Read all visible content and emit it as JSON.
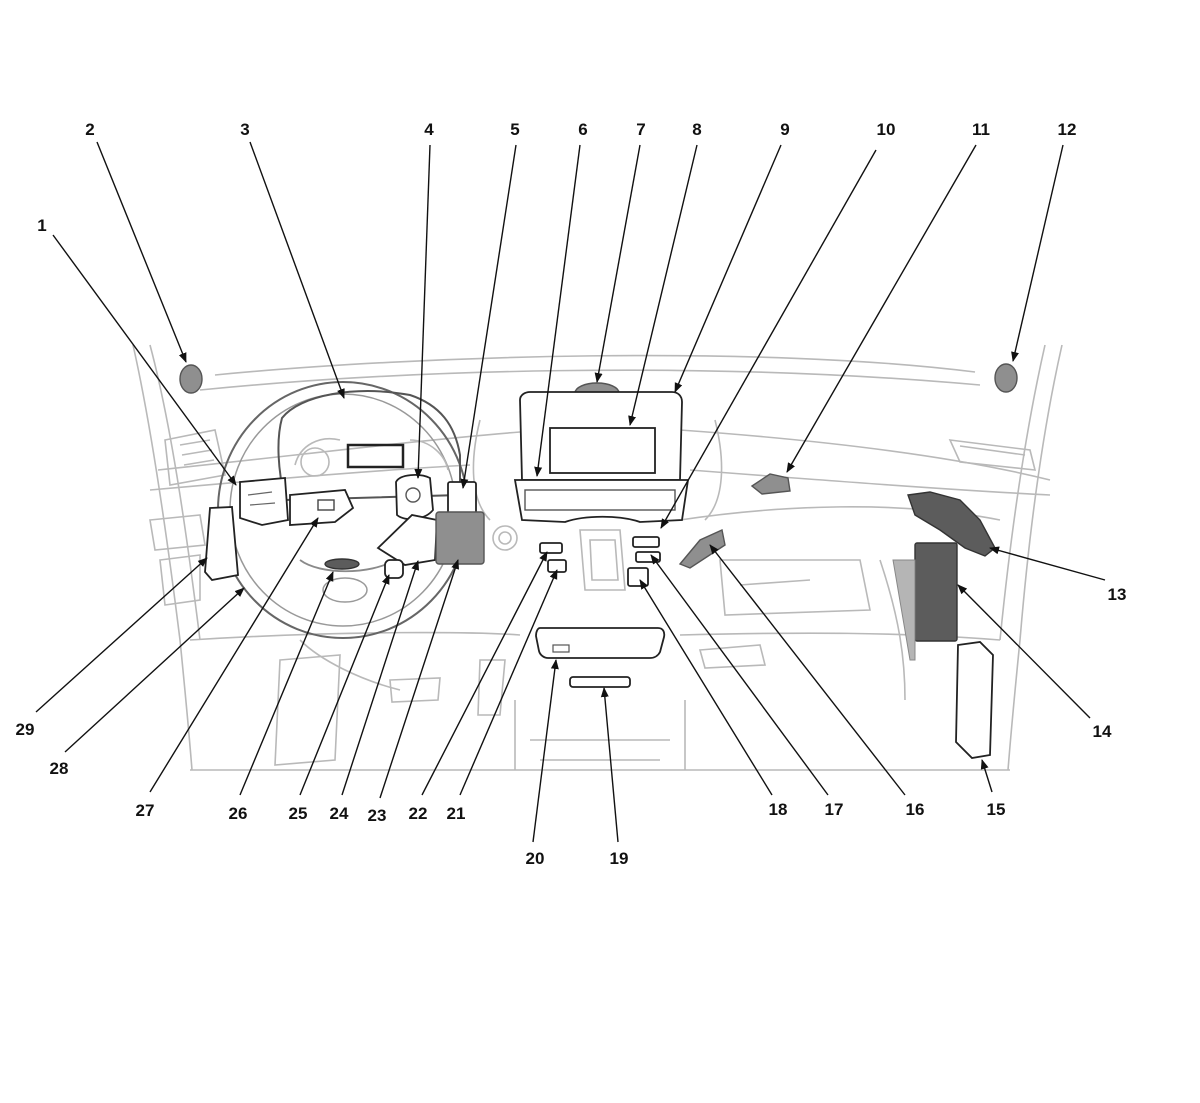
{
  "callouts": [
    {
      "id": "1",
      "label": "1"
    },
    {
      "id": "2",
      "label": "2"
    },
    {
      "id": "3",
      "label": "3"
    },
    {
      "id": "4",
      "label": "4"
    },
    {
      "id": "5",
      "label": "5"
    },
    {
      "id": "6",
      "label": "6"
    },
    {
      "id": "7",
      "label": "7"
    },
    {
      "id": "8",
      "label": "8"
    },
    {
      "id": "9",
      "label": "9"
    },
    {
      "id": "10",
      "label": "10"
    },
    {
      "id": "11",
      "label": "11"
    },
    {
      "id": "12",
      "label": "12"
    },
    {
      "id": "13",
      "label": "13"
    },
    {
      "id": "14",
      "label": "14"
    },
    {
      "id": "15",
      "label": "15"
    },
    {
      "id": "16",
      "label": "16"
    },
    {
      "id": "17",
      "label": "17"
    },
    {
      "id": "18",
      "label": "18"
    },
    {
      "id": "19",
      "label": "19"
    },
    {
      "id": "20",
      "label": "20"
    },
    {
      "id": "21",
      "label": "21"
    },
    {
      "id": "22",
      "label": "22"
    },
    {
      "id": "23",
      "label": "23"
    },
    {
      "id": "24",
      "label": "24"
    },
    {
      "id": "25",
      "label": "25"
    },
    {
      "id": "26",
      "label": "26"
    },
    {
      "id": "27",
      "label": "27"
    },
    {
      "id": "28",
      "label": "28"
    },
    {
      "id": "29",
      "label": "29"
    }
  ],
  "colors": {
    "line": "#111111",
    "outline": "#b9b9b9",
    "highlight_part": "#222222",
    "shaded_part": "#8f8f8f"
  }
}
